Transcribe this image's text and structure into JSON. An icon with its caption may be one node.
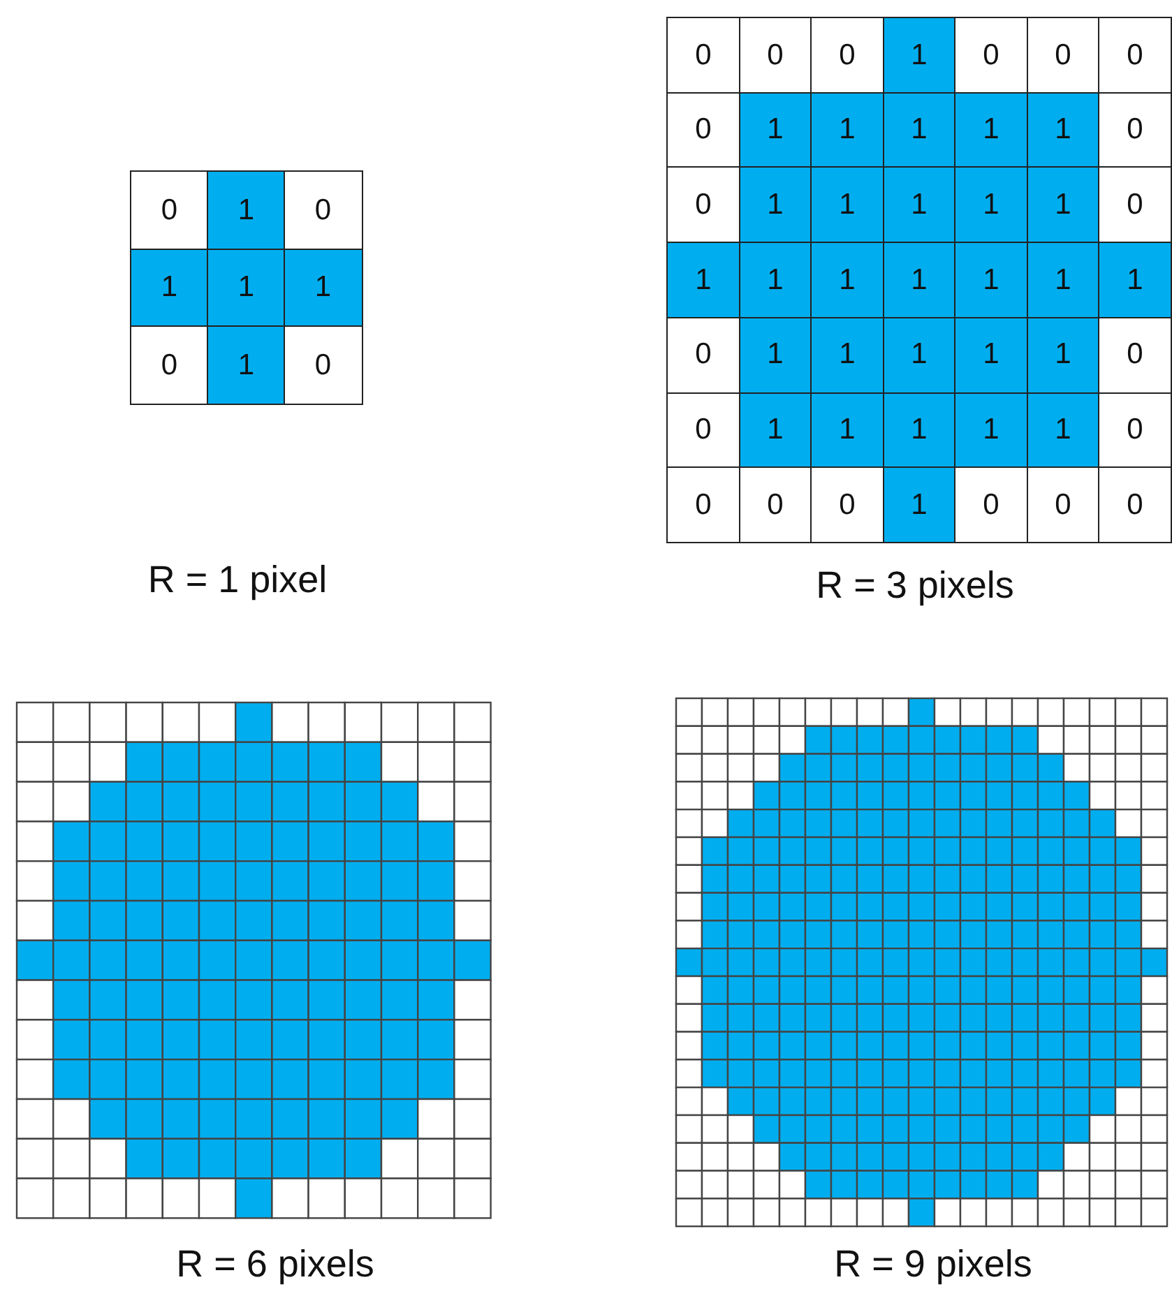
{
  "diagram": {
    "labels": [
      "0",
      "1",
      "0",
      "1",
      "1",
      "1",
      "0",
      "1",
      "0",
      "0",
      "0",
      "0",
      "1",
      "0",
      "0",
      "0",
      "0",
      "1",
      "1",
      "1",
      "1",
      "1",
      "0",
      "0",
      "1",
      "1",
      "1",
      "1",
      "1",
      "0",
      "1",
      "1",
      "1",
      "1",
      "1",
      "1",
      "1",
      "0",
      "1",
      "1",
      "1",
      "1",
      "1",
      "0",
      "0",
      "1",
      "1",
      "1",
      "1",
      "1",
      "0",
      "0",
      "0",
      "0",
      "1",
      "0",
      "0",
      "0",
      "R = 1 pixel",
      "R = 3 pixels",
      "R = 6 pixels",
      "R = 9 pixels"
    ]
  }
}
